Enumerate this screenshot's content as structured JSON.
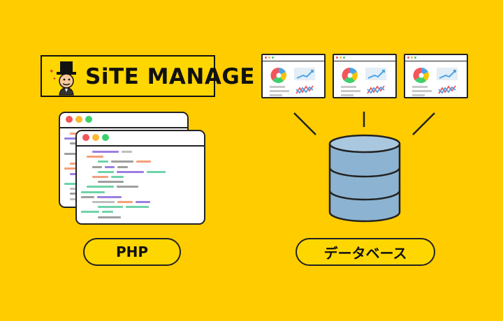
{
  "logo": {
    "text": "SiTE MANAGE",
    "mascot_icon": "top-hat-mascot-icon"
  },
  "labels": {
    "php": "PHP",
    "database": "データベース"
  },
  "colors": {
    "background": "#FFCC00",
    "window_dots": [
      "#F2555A",
      "#F9B931",
      "#3ECF6E"
    ],
    "database_fill": "#8CB3D1",
    "database_top": "#A9C8E0"
  },
  "icons": {
    "dashboard": "dashboard-chart-icon",
    "database": "database-icon",
    "code": "code-window-icon"
  },
  "dashboards_count": 3
}
